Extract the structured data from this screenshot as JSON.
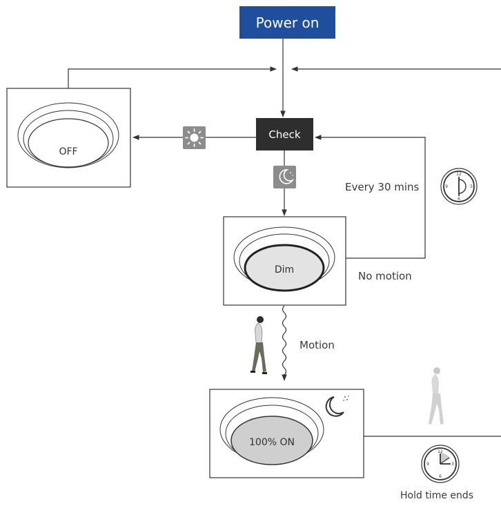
{
  "nodes": {
    "power_on": "Power on",
    "check": "Check",
    "off": "OFF",
    "dim": "Dim",
    "full_on": "100% ON"
  },
  "edges": {
    "every_30_mins": "Every 30 mins",
    "no_motion": "No motion",
    "motion": "Motion",
    "hold_time_ends": "Hold time ends"
  },
  "icons": [
    "sun-icon",
    "moon-icon",
    "clock-icon",
    "person-walking-icon",
    "person-ghost-icon",
    "crescent-moon-stars-icon"
  ],
  "colors": {
    "power_on_fill": "#1f4f9c",
    "check_fill": "#2e2e2e",
    "icon_tile_fill": "#8c8c8c",
    "lamp_dim_fill": "#e3e3e3",
    "lamp_on_fill": "#cfcfcf"
  }
}
